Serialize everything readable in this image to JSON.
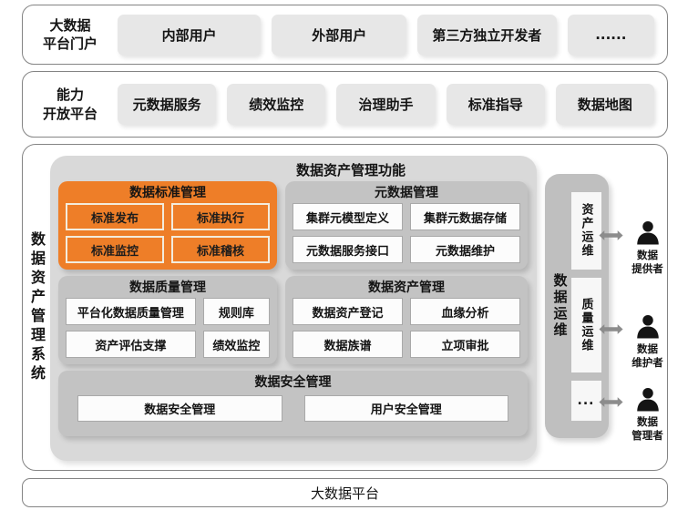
{
  "portal": {
    "label": [
      "大数据",
      "平台门户"
    ],
    "items": [
      "内部用户",
      "外部用户",
      "第三方独立开发者",
      "......"
    ]
  },
  "capability": {
    "label": [
      "能力",
      "开放平台"
    ],
    "items": [
      "元数据服务",
      "绩效监控",
      "治理助手",
      "标准指导",
      "数据地图"
    ]
  },
  "system": {
    "side_label": "数据资产管理系统",
    "panel_title": "数据资产管理功能",
    "groups": {
      "standard": {
        "title": "数据标准管理",
        "items": [
          "标准发布",
          "标准执行",
          "标准监控",
          "标准稽核"
        ]
      },
      "metadata": {
        "title": "元数据管理",
        "items": [
          "集群元模型定义",
          "集群元数据存储",
          "元数据服务接口",
          "元数据维护"
        ]
      },
      "quality": {
        "title": "数据质量管理",
        "items": [
          "平台化数据质量管理",
          "规则库",
          "资产评估支撑",
          "绩效监控"
        ]
      },
      "asset": {
        "title": "数据资产管理",
        "items": [
          "数据资产登记",
          "血缘分析",
          "数据族谱",
          "立项审批"
        ]
      },
      "security": {
        "title": "数据安全管理",
        "items": [
          "数据安全管理",
          "用户安全管理"
        ]
      }
    },
    "ops": {
      "label": "数据运维",
      "items": [
        "资产运维",
        "质量运维",
        "..."
      ]
    },
    "roles": [
      [
        "数据",
        "提供者"
      ],
      [
        "数据",
        "维护者"
      ],
      [
        "数据",
        "管理者"
      ]
    ]
  },
  "footer": {
    "label": "大数据平台"
  },
  "colors": {
    "accent_orange": "#EE7E28",
    "orange_item_border": "#F3ECDD",
    "panel_gray": "#D9D9D9",
    "group_gray": "#C3C3C3",
    "ops_gray": "#BFBFBF",
    "chip_gray": "#E7E7E7",
    "item_white": "#FCFCFC",
    "frame_border": "#848484",
    "arrow_gray": "#8C8C8C",
    "icon_black": "#141414"
  },
  "icons": {
    "person": "person-silhouette",
    "arrow": "double-headed-arrow"
  }
}
